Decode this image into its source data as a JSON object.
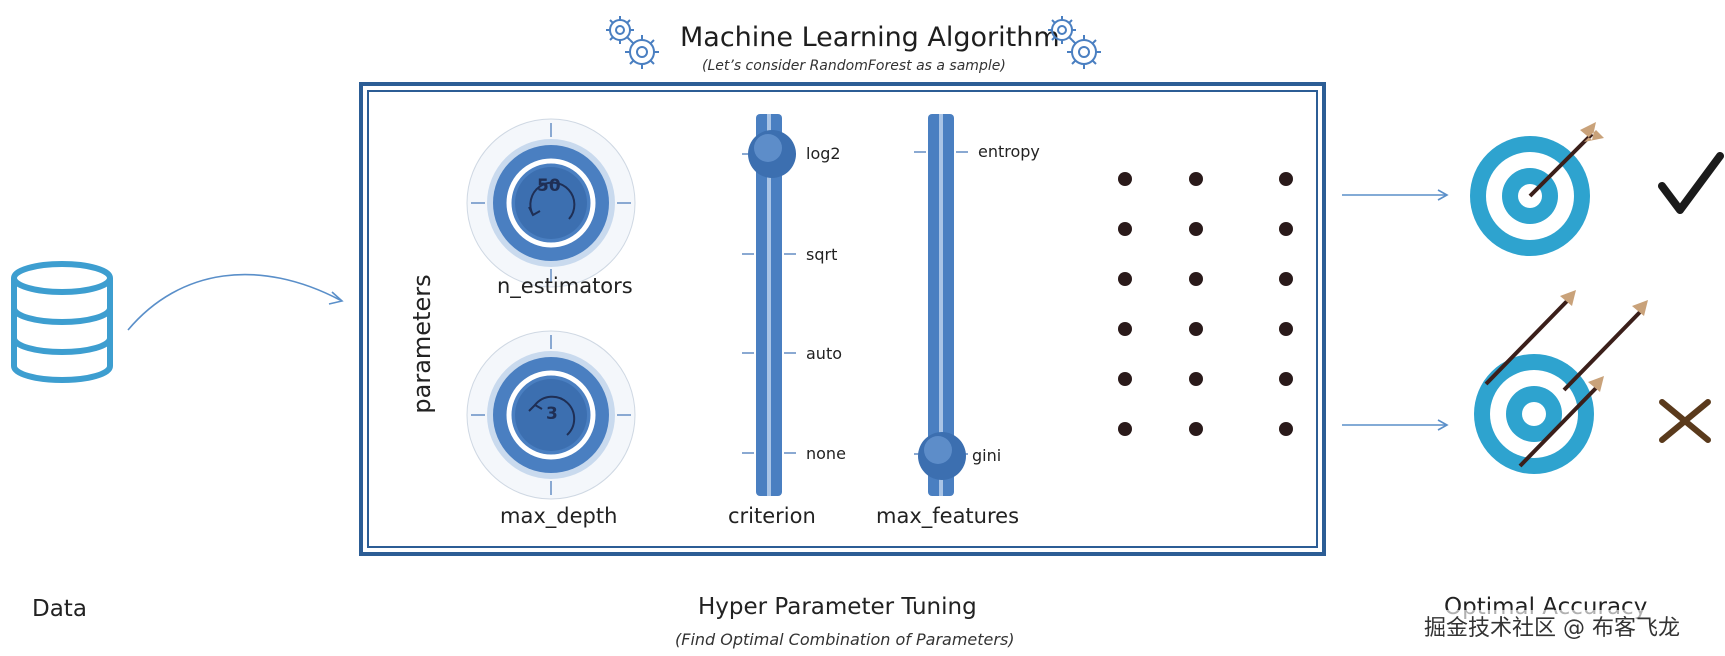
{
  "header": {
    "title": "Machine Learning Algorithm",
    "subtitle": "(Let’s consider RandomForest  as a sample)"
  },
  "panel": {
    "side_label": "parameters",
    "knobs": [
      {
        "label": "n_estimators",
        "value": "50"
      },
      {
        "label": "max_depth",
        "value": "3"
      }
    ],
    "sliders": [
      {
        "label": "criterion",
        "ticks": [
          "log2",
          "sqrt",
          "auto",
          "none"
        ],
        "selected": "log2"
      },
      {
        "label": "max_features",
        "ticks": [
          "entropy",
          "gini"
        ],
        "selected": "gini"
      }
    ],
    "grid": {
      "rows": 6,
      "cols": 3
    }
  },
  "outcomes": [
    {
      "result": "hit",
      "mark": "check-icon"
    },
    {
      "result": "miss",
      "mark": "cross-icon"
    }
  ],
  "footer": {
    "data_label": "Data",
    "tuning_label": "Hyper Parameter Tuning",
    "tuning_sub": "(Find Optimal Combination of Parameters)",
    "accuracy_label": "Optimal Accuracy",
    "watermark": "掘金技术社区 @ 布客飞龙"
  },
  "colors": {
    "frame": "#2c5d95",
    "knob": "#4a7fc1",
    "slider": "#4a7fc1",
    "target": "#2ea3cf",
    "arrow": "#5a8fc9"
  }
}
